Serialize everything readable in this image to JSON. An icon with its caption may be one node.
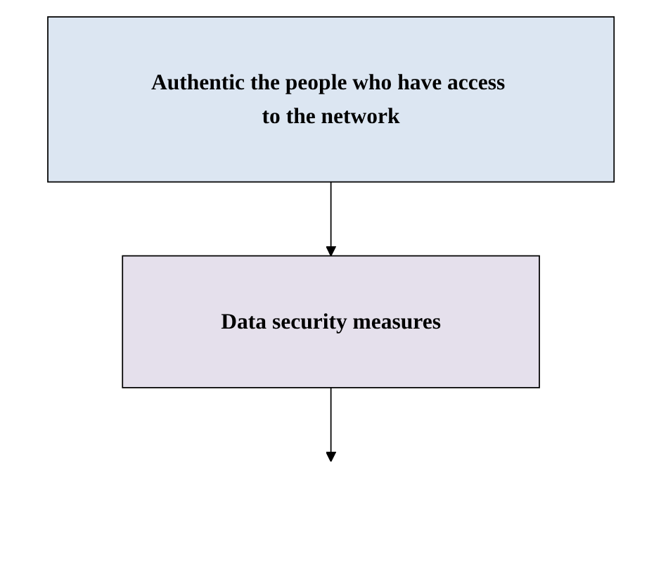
{
  "diagram": {
    "nodes": [
      {
        "text": [
          "Authentic the people who have access to the network"
        ]
      },
      {
        "text": [
          "Data security measures"
        ]
      }
    ],
    "edges": [
      {
        "from": 0,
        "to": 1,
        "arrow": "to"
      },
      {
        "from": 1,
        "to": null,
        "arrow": "to"
      }
    ]
  }
}
